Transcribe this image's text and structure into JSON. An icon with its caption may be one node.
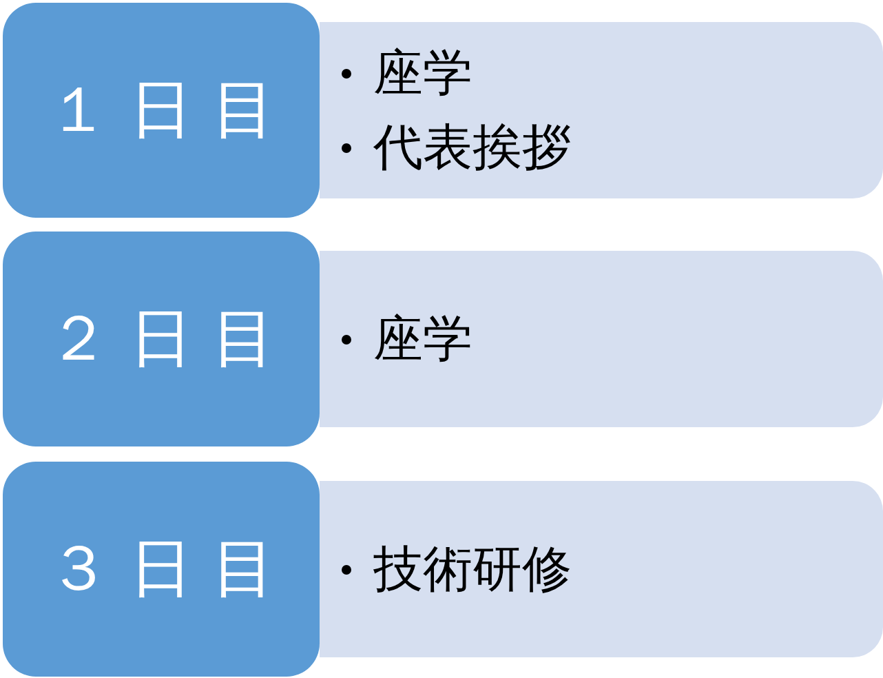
{
  "diagram": {
    "nodes": [
      {
        "text": [
          "１日目"
        ]
      },
      {
        "text": [
          "座学",
          "代表挨拶"
        ]
      },
      {
        "text": [
          "２日目"
        ]
      },
      {
        "text": [
          "座学"
        ]
      },
      {
        "text": [
          "３日目"
        ]
      },
      {
        "text": [
          "技術研修"
        ]
      }
    ]
  }
}
